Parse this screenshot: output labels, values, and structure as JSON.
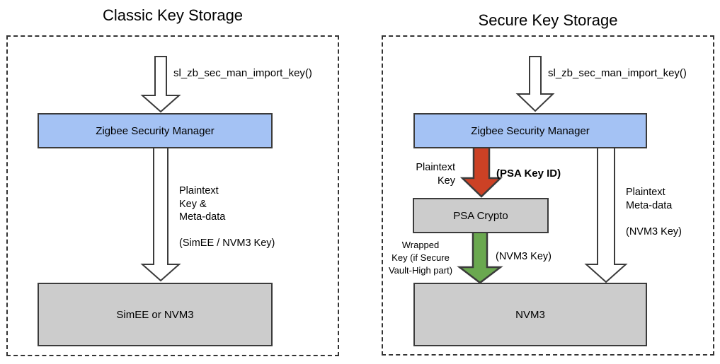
{
  "colors": {
    "box_fill_blue": "#A4C2F4",
    "box_fill_gray": "#CCCCCC",
    "arrow_white": "#FFFFFF",
    "arrow_red": "#CC4125",
    "arrow_green": "#6AA84F",
    "outline": "#3B3B3B",
    "dashed_border": "#333333"
  },
  "panels": {
    "classic": {
      "title": "Classic Key Storage",
      "import_call": "sl_zb_sec_man_import_key()",
      "manager_box": "Zigbee Security Manager",
      "flow_label": "Plaintext\nKey &\nMeta-data",
      "flow_key_type": "(SimEE / NVM3 Key)",
      "storage_box": "SimEE or NVM3"
    },
    "secure": {
      "title": "Secure Key Storage",
      "import_call": "sl_zb_sec_man_import_key()",
      "manager_box": "Zigbee Security Manager",
      "plaintext_key_label": "Plaintext\nKey",
      "psa_key_id_label": "(PSA Key ID)",
      "psa_crypto_box": "PSA Crypto",
      "wrapped_key_label": "Wrapped\nKey (if Secure\nVault-High part)",
      "wrapped_key_type": "(NVM3 Key)",
      "metadata_label": "Plaintext\nMeta-data",
      "metadata_key_type": "(NVM3 Key)",
      "storage_box": "NVM3"
    }
  }
}
